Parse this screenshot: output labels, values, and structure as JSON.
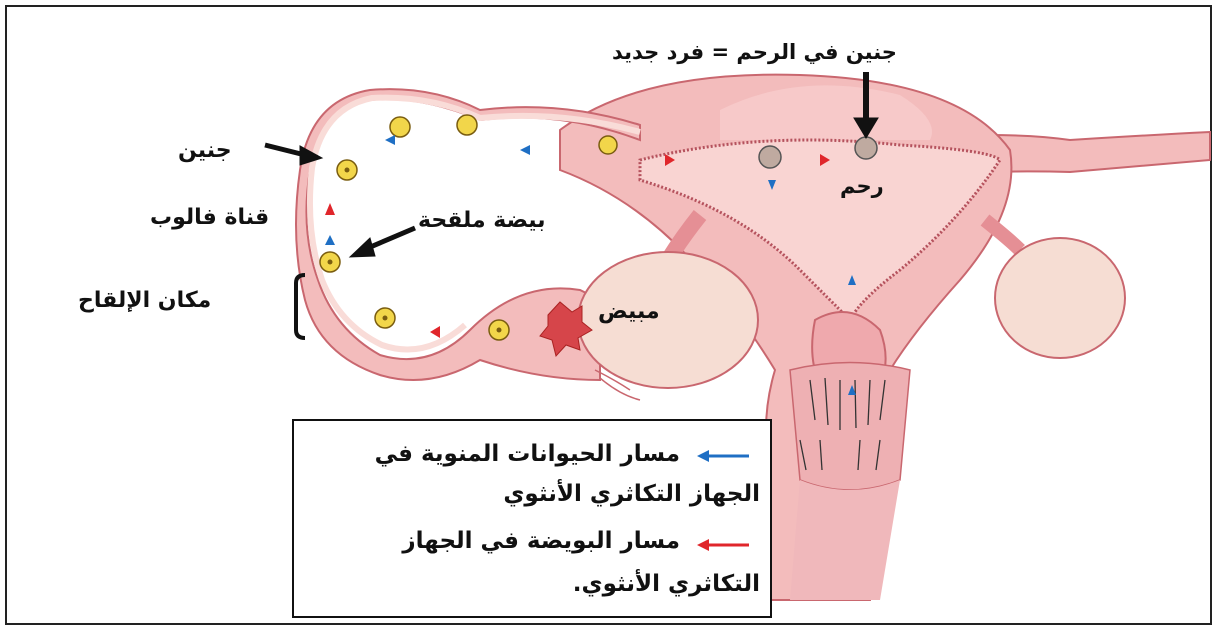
{
  "labels": {
    "embryo_uterus_new_individual": "جنين في الرحم = فرد جديد",
    "embryo": "جنين",
    "fallopian_tube": "قناة فالوب",
    "fertilized_egg": "بيضة ملقحة",
    "fertilization_site": "مكان الإلقاح",
    "ovary": "مبيض",
    "uterus": "رحم"
  },
  "legend": {
    "sperm_line1": "مسار الحيوانات المنوية في",
    "sperm_line2": "الجهاز التكاثري الأنثوي",
    "egg_line1": "مسار البويضة في الجهاز",
    "egg_line2": "التكاثري الأنثوي.",
    "sperm_color": "#1f6fc4",
    "egg_color": "#e0262b"
  },
  "colors": {
    "tissue_pink": "#f3bcbc",
    "tissue_dark": "#e58f95",
    "inner_wall": "#d97c86",
    "ovary_fill": "#f6ddd3",
    "egg_yellow": "#f2d64a",
    "red_body": "#d6454a"
  }
}
